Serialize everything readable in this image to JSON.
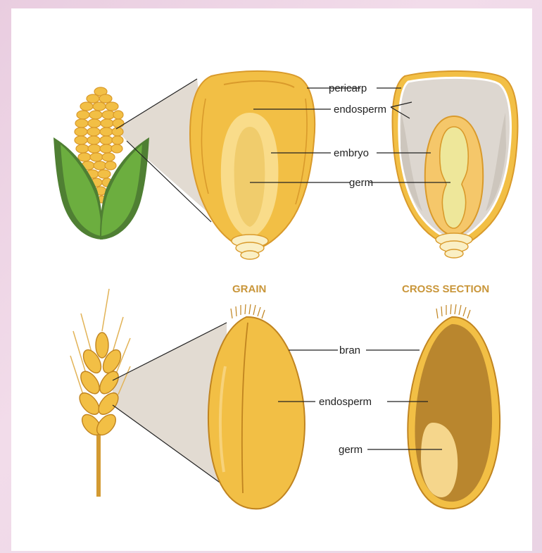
{
  "labels": {
    "pericarp": "pericarp",
    "endosperm_corn": "endosperm",
    "embryo": "embryo",
    "germ_corn": "germ",
    "bran": "bran",
    "endosperm_wheat": "endosperm",
    "germ_wheat": "germ"
  },
  "headings": {
    "grain": "GRAIN",
    "cross_section": "CROSS SECTION"
  },
  "colors": {
    "kernel_yellow": "#f2bf45",
    "kernel_outline": "#d99a2b",
    "endosperm_light": "#f9dc8a",
    "husk_green": "#6cae3f",
    "husk_dark": "#4f7f33",
    "zoom_fill": "#e2dbd2",
    "cross_gray": "#ddd7d0",
    "bran_brown": "#b9862e",
    "germ_cream": "#f5d68c",
    "embryo_pale": "#eee79a",
    "heading": "#c9963a"
  }
}
